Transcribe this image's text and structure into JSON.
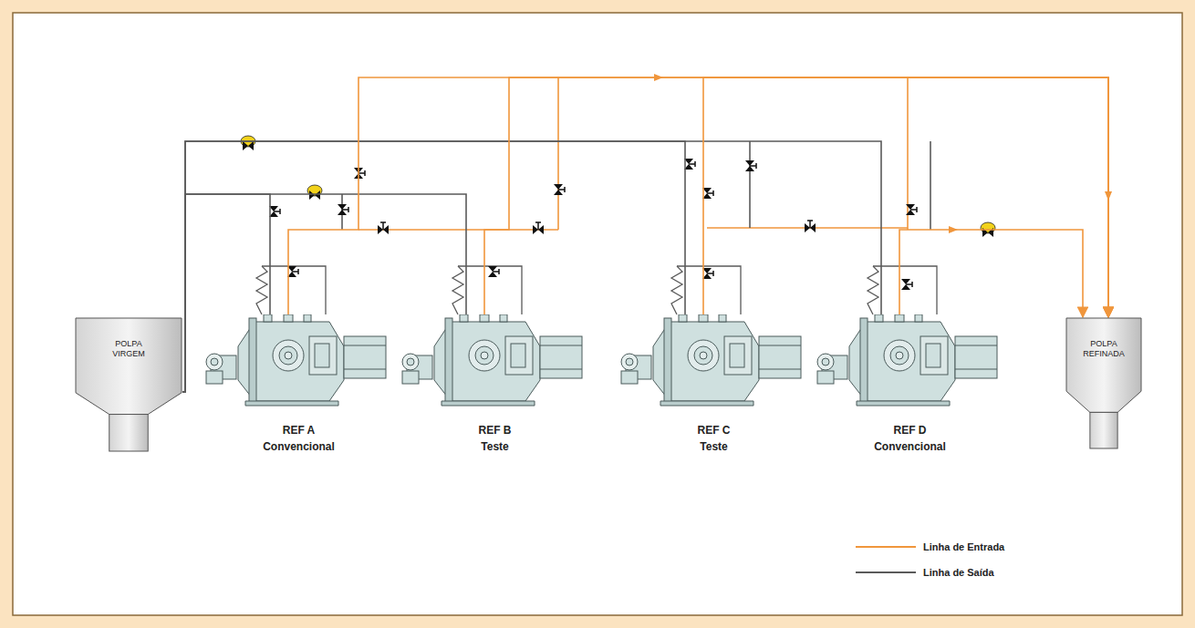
{
  "diagram": {
    "nodes": [
      {
        "text": [
          "POLPA VIRGEM"
        ]
      },
      {
        "text": [
          "REF A",
          "Convencional"
        ]
      },
      {
        "text": [
          "REF B",
          "Teste"
        ]
      },
      {
        "text": [
          "REF C",
          "Teste"
        ]
      },
      {
        "text": [
          "REF D",
          "Convencional"
        ]
      },
      {
        "text": [
          "POLPA REFINADA"
        ]
      }
    ],
    "edges": [
      {
        "from": 0,
        "to": 1,
        "arrow": "none"
      },
      {
        "from": 0,
        "to": 2,
        "arrow": "none"
      },
      {
        "from": 0,
        "to": 3,
        "arrow": "none"
      },
      {
        "from": 0,
        "to": 4,
        "arrow": "none"
      },
      {
        "from": 1,
        "to": 5,
        "arrow": "to"
      },
      {
        "from": 2,
        "to": 5,
        "arrow": "to"
      },
      {
        "from": 3,
        "to": 5,
        "arrow": "to"
      },
      {
        "from": 4,
        "to": 5,
        "arrow": "to"
      }
    ],
    "legend": [
      {
        "text": "Linha de Entrada"
      },
      {
        "text": "Linha de Saída"
      }
    ]
  }
}
